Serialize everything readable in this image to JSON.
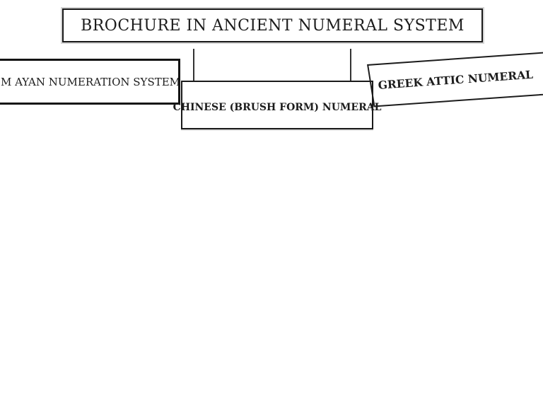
{
  "diagram": {
    "title": {
      "label": "BROCHURE IN ANCIENT NUMERAL SYSTEM"
    },
    "nodes": {
      "mayan": {
        "label": "M AYAN NUMERATION SYSTEM"
      },
      "chinese": {
        "label": "CHINESE (BRUSH FORM) NUMERAL"
      },
      "greek": {
        "label": "GREEK ATTIC NUMERAL"
      }
    },
    "connectors": [
      {
        "name": "title-to-row-left"
      },
      {
        "name": "title-to-row-right"
      }
    ],
    "colors": {
      "ink": "#1c1c1c",
      "box_border": "#1a1a1a",
      "mayan_border": "#141414",
      "title_shadow": "#d4d4d4",
      "chinese_shadow": "#cfcfcf",
      "connector": "#333333",
      "background": "#ffffff"
    }
  }
}
